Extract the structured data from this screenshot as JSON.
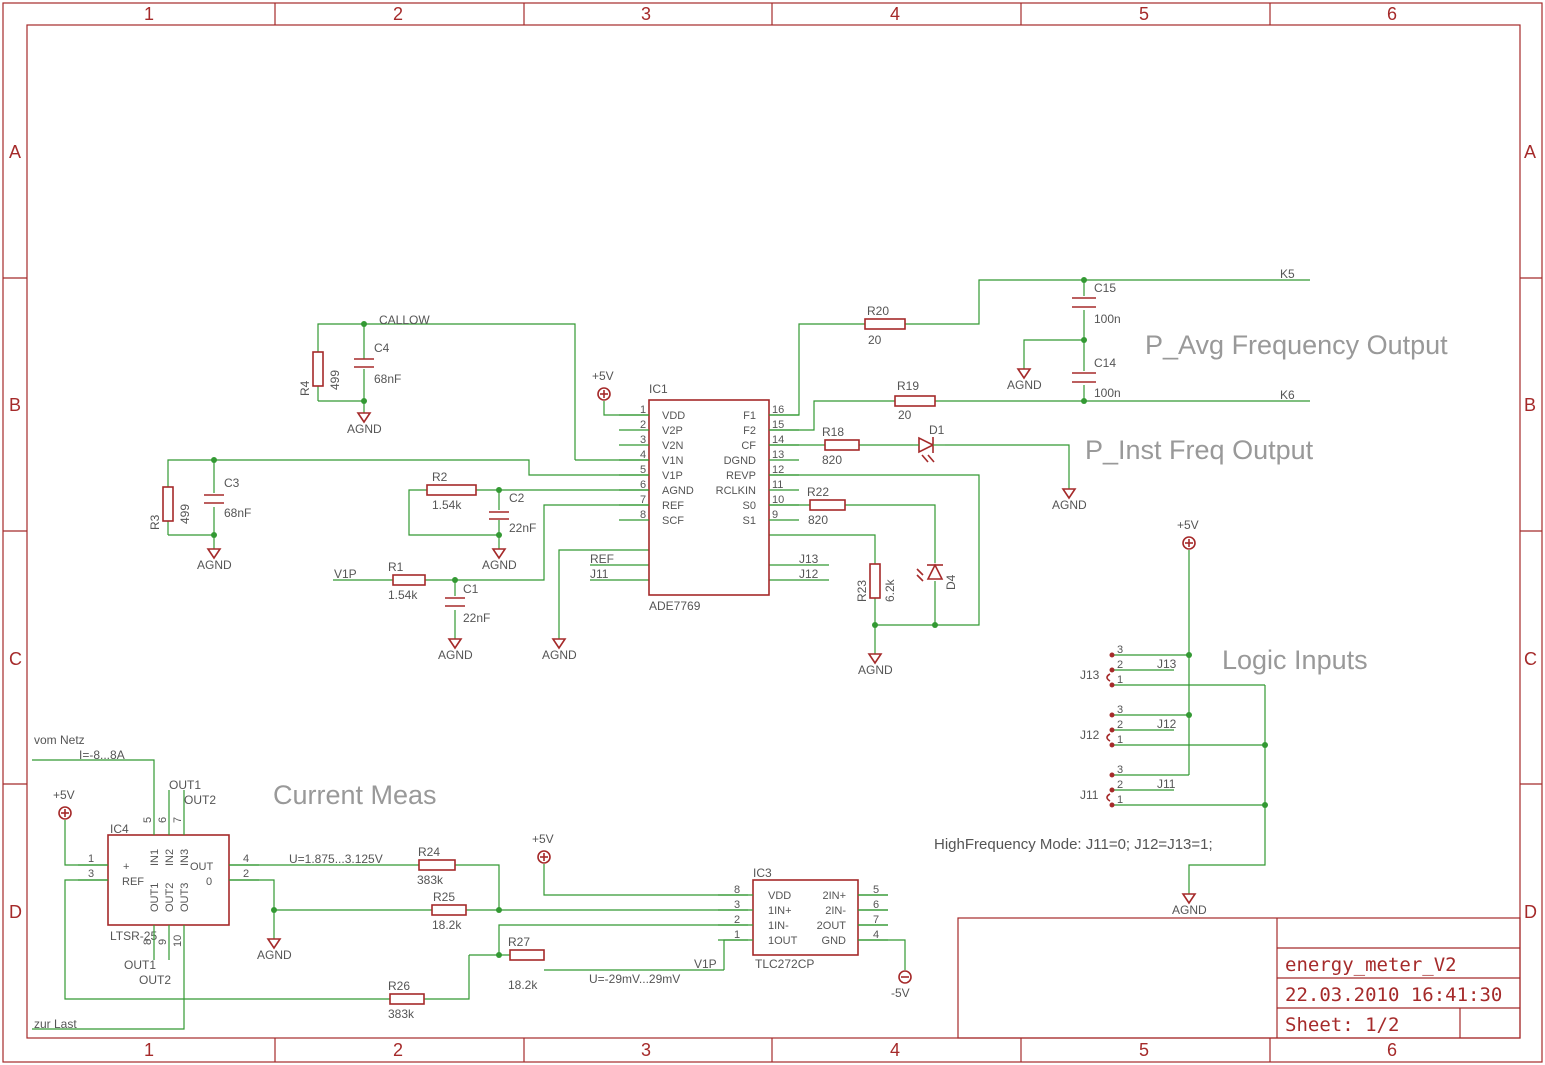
{
  "frame": {
    "columns": [
      "1",
      "2",
      "3",
      "4",
      "5",
      "6"
    ],
    "rows": [
      "A",
      "B",
      "C",
      "D"
    ]
  },
  "title_block": {
    "name": "energy_meter_V2",
    "datetime": "22.03.2010 16:41:30",
    "sheet": "Sheet: 1/2"
  },
  "section_titles": {
    "p_avg": "P_Avg Frequency Output",
    "p_inst": "P_Inst Freq Output",
    "logic": "Logic Inputs",
    "current": "Current Meas"
  },
  "note": "HighFrequency Mode: J11=0; J12=J13=1;",
  "nets": {
    "callow": "CALLOW",
    "k5": "K5",
    "k6": "K6",
    "v1p": "V1P",
    "ref": "REF",
    "j11": "J11",
    "j12": "J12",
    "j13": "J13",
    "vom_netz": "vom Netz",
    "current_range": "I=-8...8A",
    "zur_last": "zur Last",
    "u_ltsr": "U=1.875...3.125V",
    "u_out": "U=-29mV...29mV"
  },
  "power": {
    "p5v": "+5V",
    "m5v": "-5V",
    "agnd": "AGND"
  },
  "ic1": {
    "ref": "IC1",
    "value": "ADE7769",
    "left_pins": [
      {
        "num": "1",
        "name": "VDD"
      },
      {
        "num": "2",
        "name": "V2P"
      },
      {
        "num": "3",
        "name": "V2N"
      },
      {
        "num": "4",
        "name": "V1N"
      },
      {
        "num": "5",
        "name": "V1P"
      },
      {
        "num": "6",
        "name": "AGND"
      },
      {
        "num": "7",
        "name": "REF"
      },
      {
        "num": "8",
        "name": "SCF"
      }
    ],
    "right_pins": [
      {
        "num": "16",
        "name": "F1"
      },
      {
        "num": "15",
        "name": "F2"
      },
      {
        "num": "14",
        "name": "CF"
      },
      {
        "num": "13",
        "name": "DGND"
      },
      {
        "num": "12",
        "name": "REVP"
      },
      {
        "num": "11",
        "name": "RCLKIN"
      },
      {
        "num": "10",
        "name": "S0"
      },
      {
        "num": "9",
        "name": "S1"
      }
    ]
  },
  "ic3": {
    "ref": "IC3",
    "value": "TLC272CP",
    "left_pins": [
      {
        "num": "8",
        "name": "VDD"
      },
      {
        "num": "3",
        "name": "1IN+"
      },
      {
        "num": "2",
        "name": "1IN-"
      },
      {
        "num": "1",
        "name": "1OUT"
      }
    ],
    "right_pins": [
      {
        "num": "5",
        "name": "2IN+"
      },
      {
        "num": "6",
        "name": "2IN-"
      },
      {
        "num": "7",
        "name": "2OUT"
      },
      {
        "num": "4",
        "name": "GND"
      }
    ]
  },
  "ic4": {
    "ref": "IC4",
    "value": "LTSR-25",
    "pins": [
      "1",
      "3",
      "4",
      "2",
      "5",
      "6",
      "7",
      "8",
      "9",
      "10"
    ],
    "labels": [
      "+",
      "REF",
      "OUT",
      "0",
      "IN1",
      "IN2",
      "IN3",
      "OUT1",
      "OUT2",
      "OUT3"
    ],
    "ext_labels": [
      "OUT1",
      "OUT2",
      "OUT1",
      "OUT2"
    ]
  },
  "components": {
    "r1": {
      "ref": "R1",
      "value": "1.54k"
    },
    "r2": {
      "ref": "R2",
      "value": "1.54k"
    },
    "r3": {
      "ref": "R3",
      "value": "499"
    },
    "r4": {
      "ref": "R4",
      "value": "499"
    },
    "r18": {
      "ref": "R18",
      "value": "820"
    },
    "r19": {
      "ref": "R19",
      "value": "20"
    },
    "r20": {
      "ref": "R20",
      "value": "20"
    },
    "r22": {
      "ref": "R22",
      "value": "820"
    },
    "r23": {
      "ref": "R23",
      "value": "6.2k"
    },
    "r24": {
      "ref": "R24",
      "value": "383k"
    },
    "r25": {
      "ref": "R25",
      "value": "18.2k"
    },
    "r26": {
      "ref": "R26",
      "value": "383k"
    },
    "r27": {
      "ref": "R27",
      "value": "18.2k"
    },
    "c1": {
      "ref": "C1",
      "value": "22nF"
    },
    "c2": {
      "ref": "C2",
      "value": "22nF"
    },
    "c3": {
      "ref": "C3",
      "value": "68nF"
    },
    "c4": {
      "ref": "C4",
      "value": "68nF"
    },
    "c14": {
      "ref": "C14",
      "value": "100n"
    },
    "c15": {
      "ref": "C15",
      "value": "100n"
    },
    "d1": {
      "ref": "D1"
    },
    "d4": {
      "ref": "D4"
    }
  },
  "jumpers": [
    {
      "ref": "J13",
      "net": "J13"
    },
    {
      "ref": "J12",
      "net": "J12"
    },
    {
      "ref": "J11",
      "net": "J11"
    }
  ],
  "jumper_pins": [
    "3",
    "2",
    "1"
  ]
}
